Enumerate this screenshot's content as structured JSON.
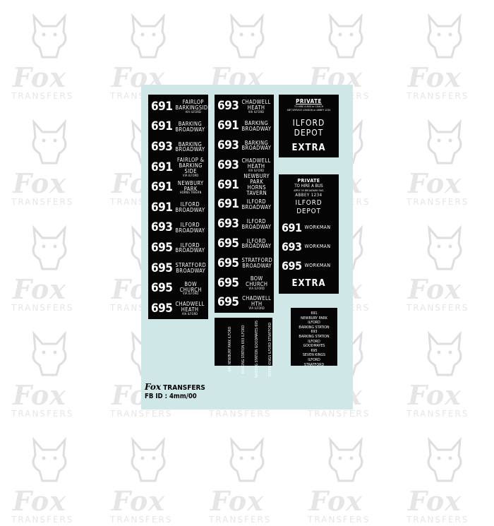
{
  "watermark": {
    "logo": "Fox",
    "sub": "TRANSFERS"
  },
  "footer": {
    "brand": "Fox",
    "brand_suffix": "TRANSFERS",
    "fb_id": "FB ID : 4mm/00"
  },
  "col1": [
    {
      "num": "691",
      "dest": "FAIRLOP",
      "line2": "BARKINGSIDE",
      "sub": "VIA ILFORD"
    },
    {
      "num": "691",
      "dest": "BARKING",
      "line2": "BROADWAY",
      "sub": ""
    },
    {
      "num": "693",
      "dest": "BARKING",
      "line2": "BROADWAY",
      "sub": ""
    },
    {
      "num": "691",
      "dest": "FAIRLOP &",
      "line2": "BARKING SIDE",
      "sub": "via ILFORD"
    },
    {
      "num": "691",
      "dest": "NEWBURY PARK",
      "line2": "",
      "sub": "HORNS TAVERN"
    },
    {
      "num": "691",
      "dest": "ILFORD",
      "line2": "BROADWAY",
      "sub": ""
    },
    {
      "num": "693",
      "dest": "ILFORD",
      "line2": "BROADWAY",
      "sub": ""
    },
    {
      "num": "695",
      "dest": "ILFORD",
      "line2": "BROADWAY",
      "sub": ""
    },
    {
      "num": "695",
      "dest": "STRATFORD",
      "line2": "BROADWAY",
      "sub": ""
    },
    {
      "num": "695",
      "dest": "BOW CHURCH",
      "line2": "",
      "sub": "VIA ILFORD"
    },
    {
      "num": "695",
      "dest": "CHADWELL",
      "line2": "HEATH",
      "sub": "VIA ILFORD"
    }
  ],
  "col2": [
    {
      "num": "693",
      "dest": "CHADWELL",
      "line2": "HEATH",
      "sub": "VIA ILFORD"
    },
    {
      "num": "691",
      "dest": "BARKING",
      "line2": "BROADWAY",
      "sub": ""
    },
    {
      "num": "693",
      "dest": "BARKING",
      "line2": "BROADWAY",
      "sub": ""
    },
    {
      "num": "693",
      "dest": "CHADWELL",
      "line2": "HEATH",
      "sub": "via ILFORD"
    },
    {
      "num": "691",
      "dest": "NEWBURY PARK",
      "line2": "HORNS TAVERN",
      "sub": ""
    },
    {
      "num": "691",
      "dest": "ILFORD",
      "line2": "BROADWAY",
      "sub": ""
    },
    {
      "num": "693",
      "dest": "ILFORD",
      "line2": "BROADWAY",
      "sub": ""
    },
    {
      "num": "695",
      "dest": "ILFORD",
      "line2": "BROADWAY",
      "sub": ""
    },
    {
      "num": "695",
      "dest": "STRATFORD",
      "line2": "BROADWAY",
      "sub": ""
    },
    {
      "num": "695",
      "dest": "BOW CHURCH",
      "line2": "",
      "sub": "via ILFORD"
    },
    {
      "num": "695",
      "dest": "CHADWELL HTH",
      "line2": "",
      "sub": "via ILFORD"
    }
  ],
  "box1": {
    "private": "PRIVATE",
    "tiny1": "TO HIRE A BUS or COACH",
    "tiny2": "ANY SERVICE LONDON or ABBEY 1234",
    "depot1": "ILFORD",
    "depot2": "DEPOT",
    "extra": "EXTRA"
  },
  "box2": {
    "private": "PRIVATE",
    "hire": "TO HIRE A BUS",
    "tiny": "APPLY 55 BROADWAY SW1",
    "abbey": "ABBEY 1234",
    "depot1": "ILFORD",
    "depot2": "DEPOT",
    "workman": [
      {
        "num": "691",
        "label": "WORKMAN"
      },
      {
        "num": "693",
        "label": "WORKMAN"
      },
      {
        "num": "695",
        "label": "WORKMAN"
      }
    ],
    "extra": "EXTRA"
  },
  "vertical_box": {
    "cols": [
      "691 NEWBURY PARK ILFORD",
      "BARKING STATION 693 ILFORD",
      "BARKING STATION GOODMAYES 695",
      "SEVEN KINGS ILFORD STRATFORD"
    ]
  },
  "small_box": {
    "lines": [
      "691",
      "NEWBURY PARK",
      "ILFORD",
      "BARKING STATION",
      "693",
      "BARKING STATION",
      "ILFORD",
      "GOODMAYES",
      "695",
      "SEVEN KINGS",
      "ILFORD",
      "STRATFORD"
    ]
  }
}
